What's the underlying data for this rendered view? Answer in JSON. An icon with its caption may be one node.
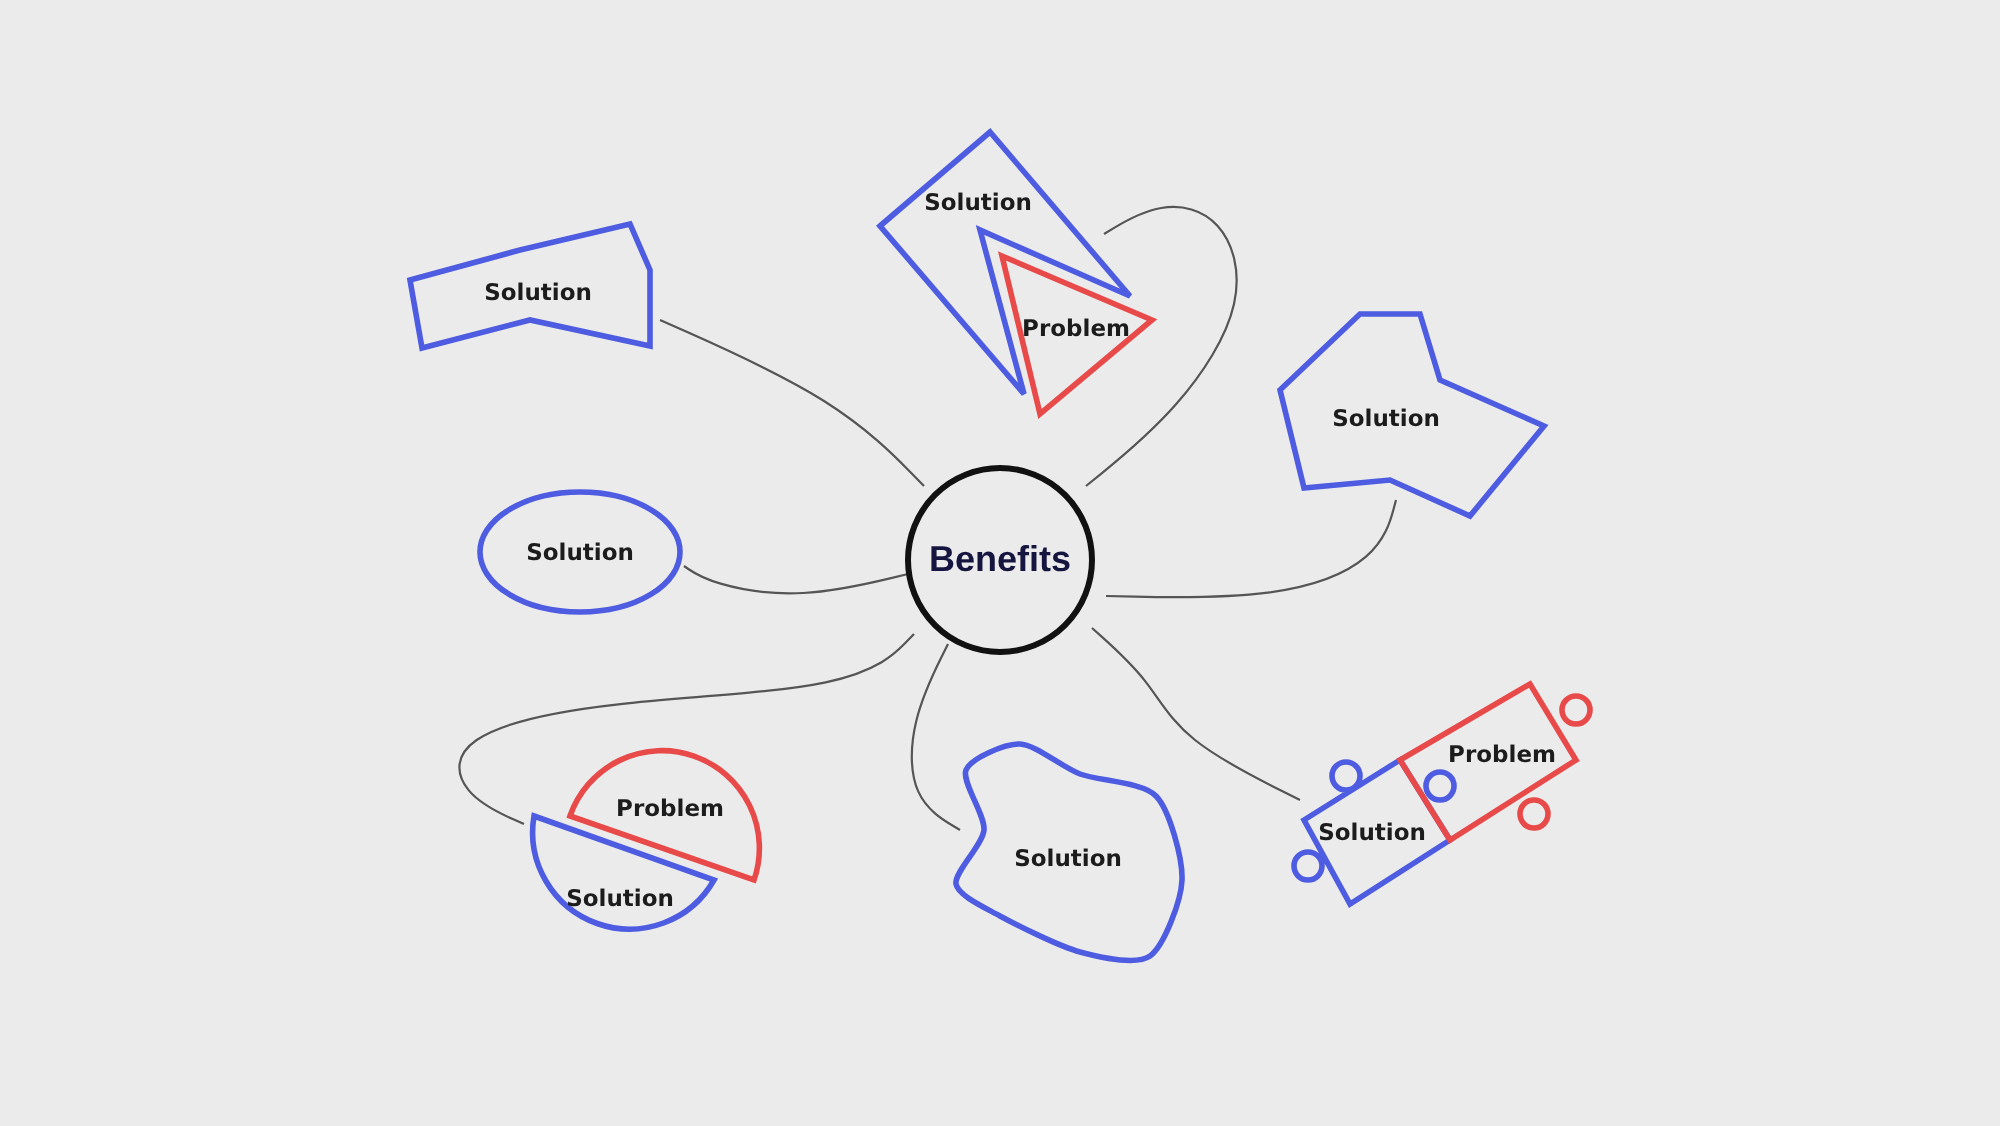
{
  "diagram": {
    "nodes": [
      {
        "text": [
          "Benefits"
        ]
      },
      {
        "text": [
          "Solution"
        ]
      },
      {
        "text": [
          "Solution"
        ]
      },
      {
        "text": [
          "Problem"
        ]
      },
      {
        "text": [
          "Solution"
        ]
      },
      {
        "text": [
          "Solution"
        ]
      },
      {
        "text": [
          "Problem"
        ]
      },
      {
        "text": [
          "Solution"
        ]
      },
      {
        "text": [
          "Solution"
        ]
      },
      {
        "text": [
          "Solution"
        ]
      },
      {
        "text": [
          "Problem"
        ]
      }
    ],
    "edges": [
      {
        "from": 0,
        "to": 1,
        "arrow": "none"
      },
      {
        "from": 0,
        "to": 2,
        "arrow": "none"
      },
      {
        "from": 0,
        "to": 4,
        "arrow": "none"
      },
      {
        "from": 0,
        "to": 5,
        "arrow": "none"
      },
      {
        "from": 0,
        "to": 7,
        "arrow": "none"
      },
      {
        "from": 0,
        "to": 8,
        "arrow": "none"
      },
      {
        "from": 0,
        "to": 9,
        "arrow": "none"
      }
    ]
  }
}
